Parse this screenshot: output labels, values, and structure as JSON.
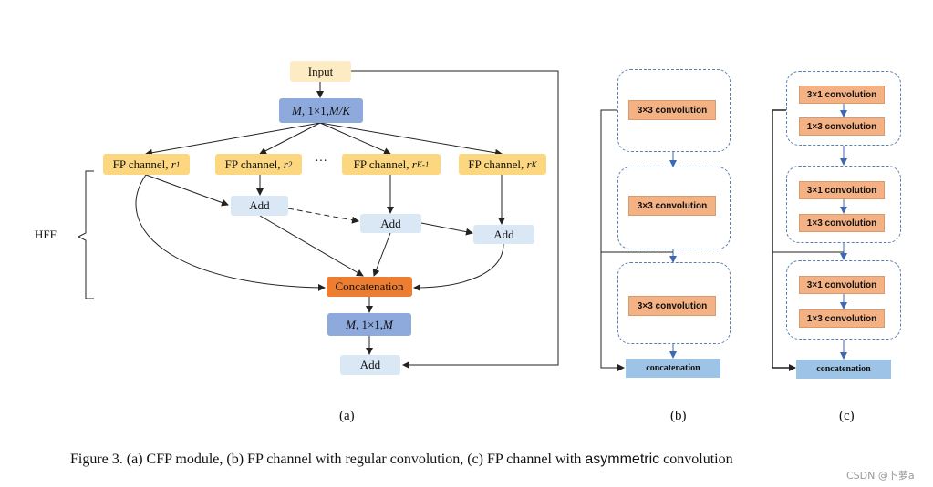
{
  "panel_a": {
    "input": "Input",
    "top_conv": [
      "M",
      ", 1×1, ",
      "M/K"
    ],
    "fp_channels": [
      {
        "text": "FP channel, ",
        "r": "r",
        "sub": "1"
      },
      {
        "text": "FP channel, ",
        "r": "r",
        "sub": "2"
      },
      {
        "text": "FP channel, ",
        "r": "r",
        "sub": "K-1"
      },
      {
        "text": "FP channel, ",
        "r": "r",
        "sub": "K"
      }
    ],
    "ellipsis": "···",
    "add_label": "Add",
    "hff": "HFF",
    "concatenation": "Concatenation",
    "bottom_conv": [
      "M",
      ", 1×1, ",
      "M"
    ],
    "caption": "(a)"
  },
  "panel_b": {
    "convs": [
      "3×3 convolution",
      "3×3 convolution",
      "3×3 convolution"
    ],
    "concatenation": "concatenation",
    "caption": "(b)"
  },
  "panel_c": {
    "groups": [
      [
        "3×1 convolution",
        "1×3 convolution"
      ],
      [
        "3×1 convolution",
        "1×3 convolution"
      ],
      [
        "3×1 convolution",
        "1×3 convolution"
      ]
    ],
    "concatenation": "concatenation",
    "caption": "(c)"
  },
  "figure_caption": {
    "prefix": "Figure 3. (a) CFP module, (b) FP channel with regular convolution, (c) FP channel with ",
    "emph": "asymmetric",
    "suffix": " convolution"
  },
  "watermark": "CSDN @卜萝a",
  "colors": {
    "fp_channel": "#fcd77f",
    "input": "#fdebc4",
    "pointwise_conv": "#8ea9db",
    "add": "#dae7f5",
    "concatenation_a": "#ed7d31",
    "conv_block": "#f4b183",
    "concatenation_bc": "#9dc3e6",
    "group_border": "#5b7fb0"
  }
}
